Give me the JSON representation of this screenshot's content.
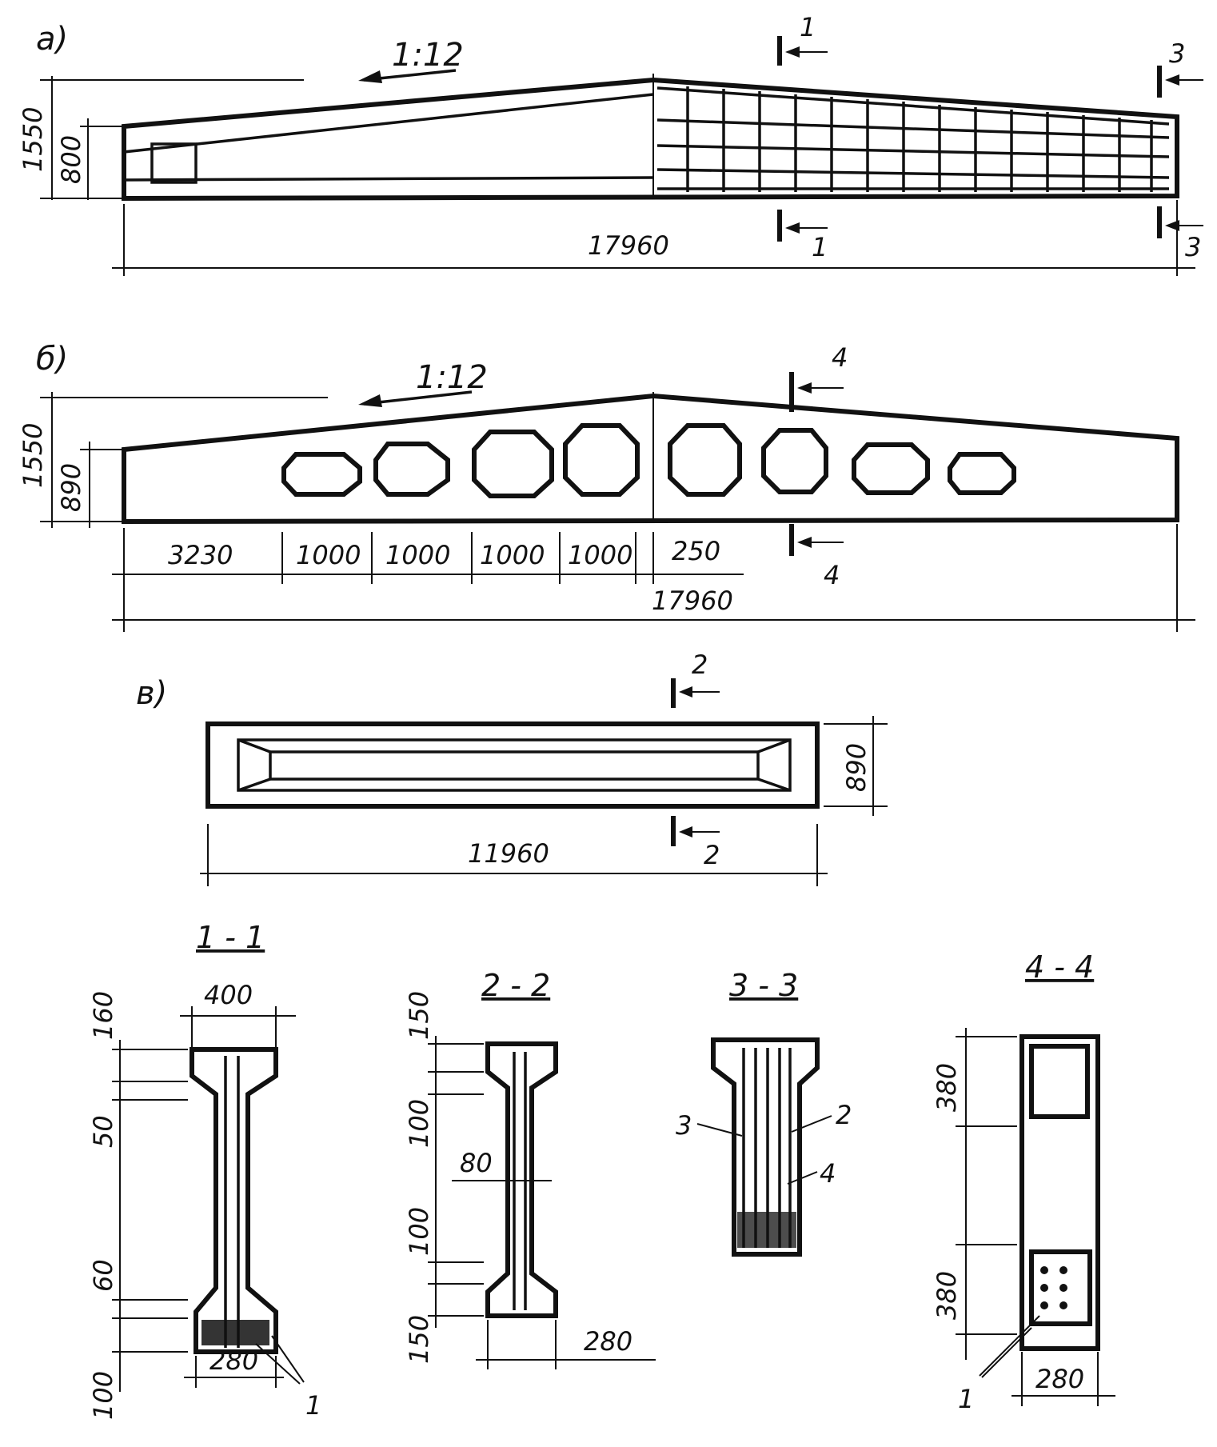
{
  "views": {
    "a": {
      "label": "а)",
      "slope": "1:12",
      "height_total": "1550",
      "height_end": "800",
      "length": "17960",
      "cut_1_top": "1",
      "cut_1_bottom": "1",
      "cut_3_top": "3",
      "cut_3_bottom": "3"
    },
    "b": {
      "label": "б)",
      "slope": "1:12",
      "height_total": "1550",
      "height_end": "890",
      "dims": [
        "3230",
        "1000",
        "1000",
        "1000",
        "1000",
        "250"
      ],
      "length": "17960",
      "cut_4_top": "4",
      "cut_4_bottom": "4"
    },
    "c": {
      "label": "в)",
      "height": "890",
      "length": "11960",
      "cut_2_top": "2",
      "cut_2_bottom": "2"
    }
  },
  "sections": {
    "s11": {
      "title": "1 - 1",
      "top_width": "400",
      "bottom_width": "280",
      "dim_160": "160",
      "dim_50": "50",
      "dim_60": "60",
      "dim_100": "100",
      "callout": "1"
    },
    "s22": {
      "title": "2 - 2",
      "dim_150_top": "150",
      "dim_100_top": "100",
      "web": "80",
      "dim_100_bot": "100",
      "dim_150_bot": "150",
      "bottom_width": "280"
    },
    "s33": {
      "title": "3 - 3",
      "callout_3": "3",
      "callout_2": "2",
      "callout_4": "4"
    },
    "s44": {
      "title": "4 - 4",
      "dim_top": "380",
      "dim_bot": "380",
      "bottom_width": "280",
      "callout": "1"
    }
  }
}
